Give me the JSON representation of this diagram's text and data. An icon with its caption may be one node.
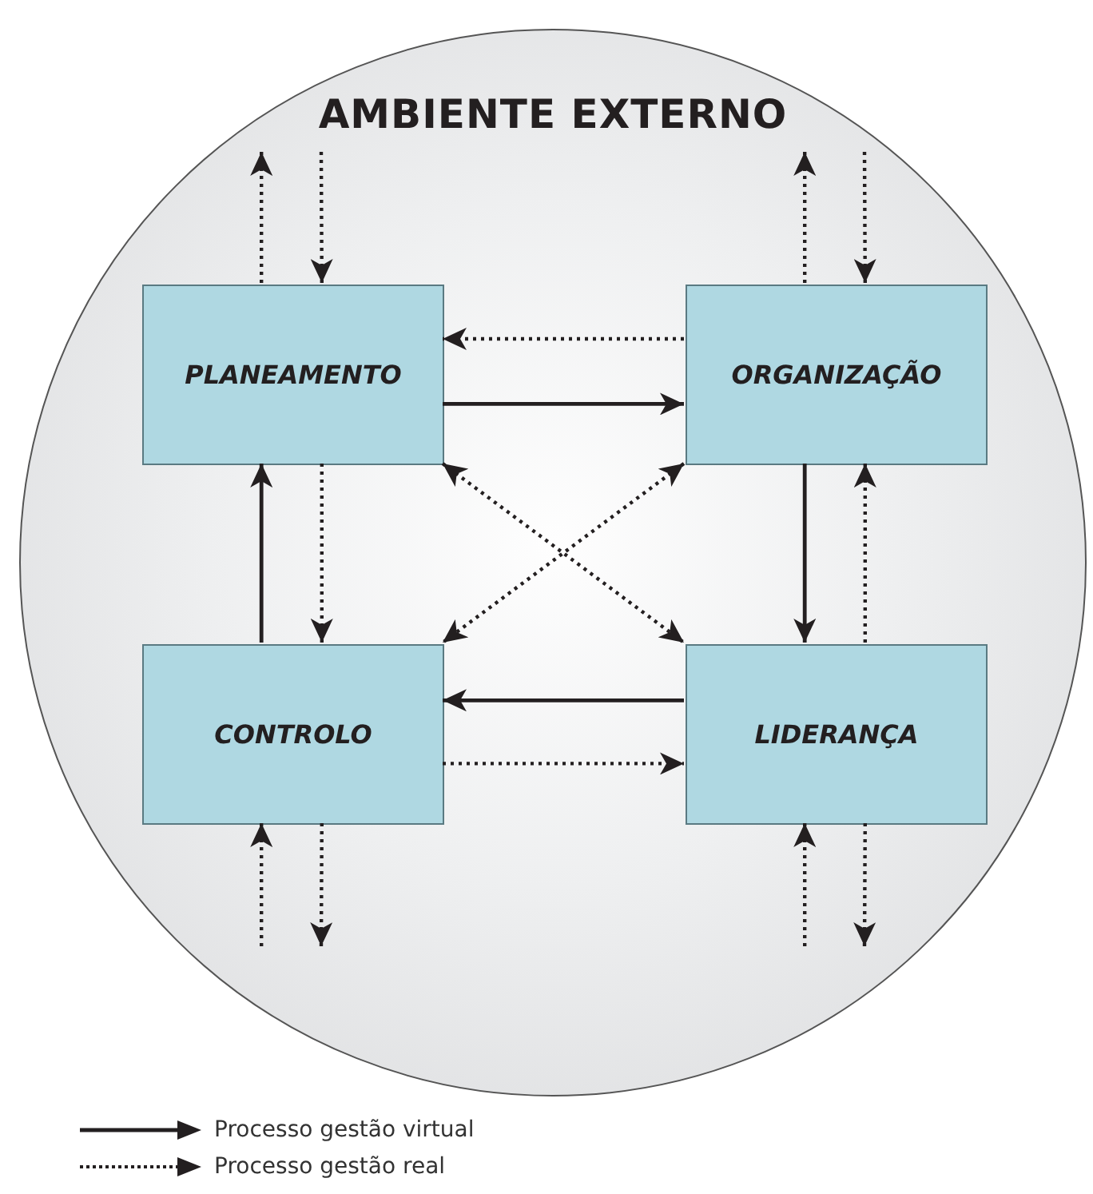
{
  "diagram": {
    "nodes": [
      {
        "text": [
          "AMBIENTE EXTERNO"
        ]
      },
      {
        "text": [
          "PLANEAMENTO"
        ],
        "in": 0
      },
      {
        "text": [
          "ORGANIZAÇÃO"
        ],
        "in": 0
      },
      {
        "text": [
          "CONTROLO"
        ],
        "in": 0
      },
      {
        "text": [
          "LIDERANÇA"
        ],
        "in": 0
      }
    ],
    "edges": [
      {
        "from": 1,
        "to": null,
        "arrow": "to",
        "style": "dashed"
      },
      {
        "from": null,
        "to": 1,
        "arrow": "to",
        "style": "dashed"
      },
      {
        "from": 2,
        "to": null,
        "arrow": "to",
        "style": "dashed"
      },
      {
        "from": null,
        "to": 2,
        "arrow": "to",
        "style": "dashed"
      },
      {
        "from": 2,
        "to": 1,
        "arrow": "to",
        "style": "dashed"
      },
      {
        "from": 1,
        "to": 2,
        "arrow": "to"
      },
      {
        "from": 1,
        "to": 3,
        "arrow": "to",
        "style": "dashed"
      },
      {
        "from": 3,
        "to": 1,
        "arrow": "to"
      },
      {
        "from": 2,
        "to": 4,
        "arrow": "to"
      },
      {
        "from": 4,
        "to": 2,
        "arrow": "to",
        "style": "dashed"
      },
      {
        "from": 4,
        "to": 3,
        "arrow": "to"
      },
      {
        "from": 3,
        "to": 4,
        "arrow": "to",
        "style": "dashed"
      },
      {
        "from": 1,
        "to": 4,
        "arrow": "both",
        "style": "dashed"
      },
      {
        "from": 2,
        "to": 3,
        "arrow": "both",
        "style": "dashed"
      },
      {
        "from": null,
        "to": 3,
        "arrow": "to",
        "style": "dashed"
      },
      {
        "from": 3,
        "to": null,
        "arrow": "to",
        "style": "dashed"
      },
      {
        "from": null,
        "to": 4,
        "arrow": "to",
        "style": "dashed"
      },
      {
        "from": 4,
        "to": null,
        "arrow": "to",
        "style": "dashed"
      }
    ],
    "legend": [
      {
        "text": "Processo gestão virtual"
      },
      {
        "text": "Processo gestão real"
      }
    ]
  }
}
